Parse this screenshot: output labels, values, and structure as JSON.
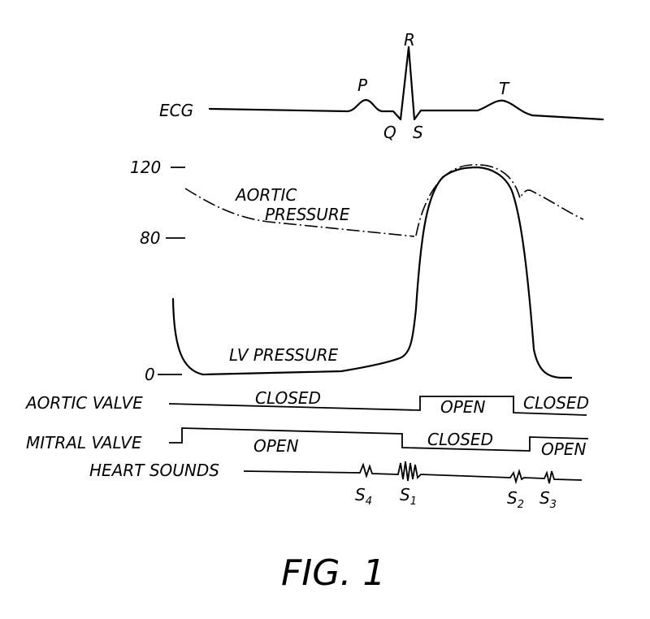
{
  "ecg": {
    "label": "ECG",
    "p": "P",
    "q": "Q",
    "r": "R",
    "s": "S",
    "t": "T"
  },
  "axis": {
    "tick_120": "120",
    "tick_80": "80",
    "tick_0": "0"
  },
  "aortic_pressure": {
    "line1": "AORTIC",
    "line2": "PRESSURE"
  },
  "lv_pressure": {
    "label": "LV PRESSURE"
  },
  "aortic_valve": {
    "label": "AORTIC VALVE",
    "state1": "CLOSED",
    "state2": "OPEN",
    "state3": "CLOSED"
  },
  "mitral_valve": {
    "label": "MITRAL VALVE",
    "state1": "OPEN",
    "state2": "CLOSED",
    "state3": "OPEN"
  },
  "heart_sounds": {
    "label": "HEART SOUNDS",
    "s4_base": "S",
    "s4_sub": "4",
    "s1_base": "S",
    "s1_sub": "1",
    "s2_base": "S",
    "s2_sub": "2",
    "s3_base": "S",
    "s3_sub": "3"
  },
  "caption": "FIG. 1"
}
